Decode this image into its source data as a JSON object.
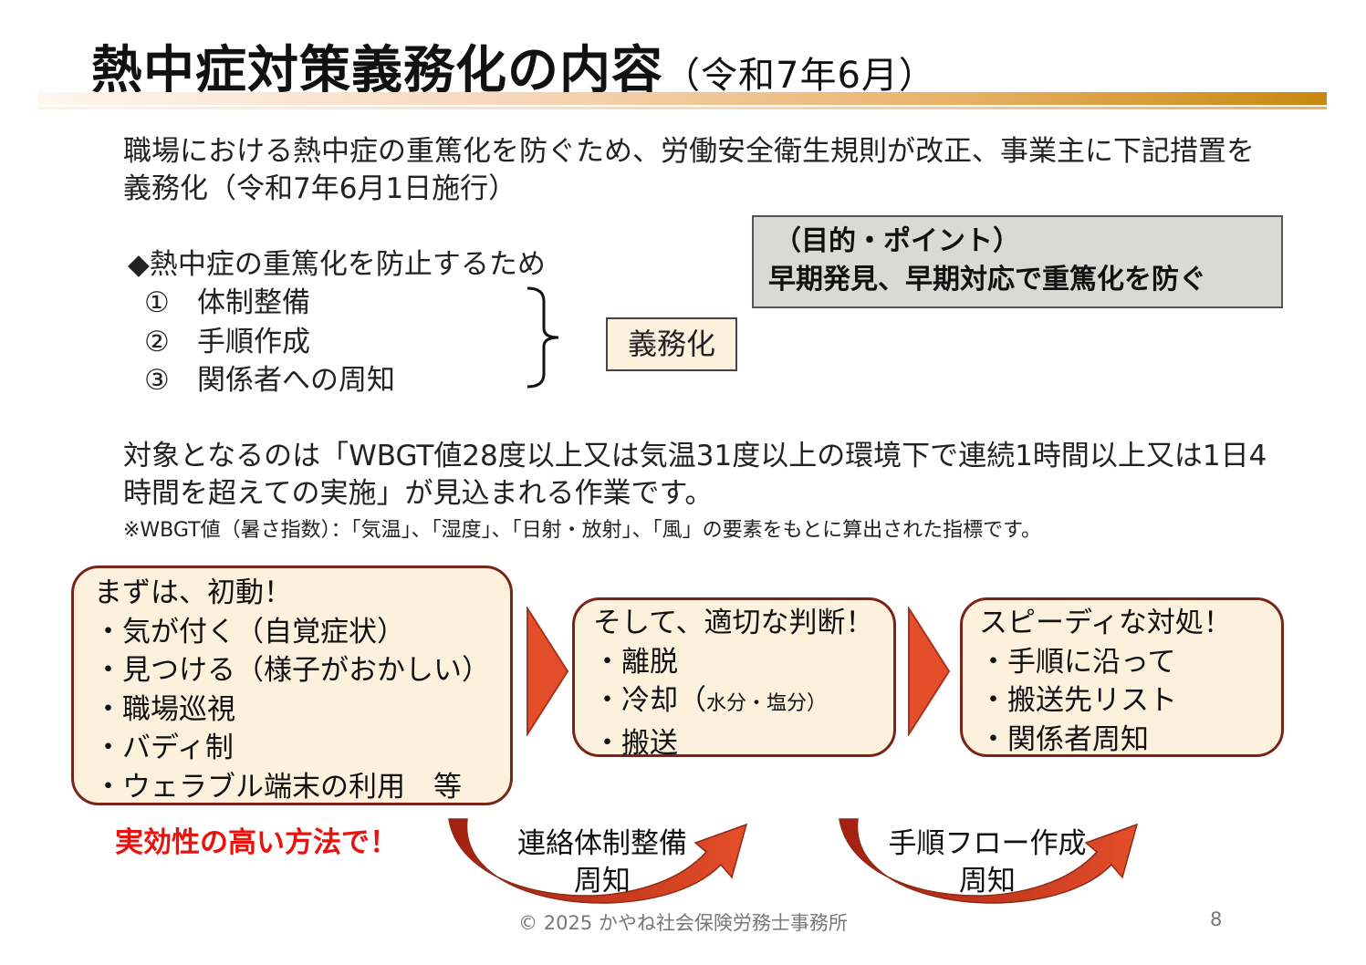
{
  "title": {
    "main": "熱中症対策義務化の内容",
    "sub": "（令和7年6月）"
  },
  "intro": "職場における熱中症の重篤化を防ぐため、労働安全衛生規則が改正、事業主に下記措置を義務化（令和7年6月1日施行）",
  "prevention": {
    "heading": "◆熱中症の重篤化を防止するため",
    "items": [
      {
        "num": "①",
        "label": "体制整備"
      },
      {
        "num": "②",
        "label": "手順作成"
      },
      {
        "num": "③",
        "label": "関係者への周知"
      }
    ],
    "mandatory_label": "義務化"
  },
  "purpose": {
    "title": "（目的・ポイント）",
    "text": "早期発見、早期対応で重篤化を防ぐ"
  },
  "target_text": "対象となるのは「WBGT値28度以上又は気温31度以上の環境下で連続1時間以上又は1日4時間を超えての実施」が見込まれる作業です。",
  "note": "※WBGT値（暑さ指数）：「気温」、「湿度」、「日射・放射」、「風」の要素をもとに算出された指標です。",
  "flow": {
    "step1": {
      "title": "まずは、初動！",
      "items": [
        "・気が付く（自覚症状）",
        "・見つける（様子がおかしい）",
        "・職場巡視",
        "・バディ制",
        "・ウェラブル端末の利用　等"
      ]
    },
    "step2": {
      "title": "そして、適切な判断！",
      "item1": "・離脱",
      "item2_main": "・冷却（",
      "item2_small": "水分・塩分）",
      "item3": "・搬送"
    },
    "step3": {
      "title": "スピーディな対処！",
      "items": [
        "・手順に沿って",
        "・搬送先リスト",
        "・関係者周知"
      ]
    },
    "effective_label": "実効性の高い方法で！",
    "curve1": {
      "line1": "連絡体制整備",
      "line2": "周知"
    },
    "curve2": {
      "line1": "手順フロー作成",
      "line2": "周知"
    }
  },
  "footer": {
    "copyright": "© 2025  かやね社会保険労務士事務所",
    "page": "8"
  },
  "colors": {
    "box_border": "#7a2418",
    "box_fill": "#fdf1de",
    "arrow": "#e44e2a",
    "emphasis_red": "#e8130c",
    "purpose_fill": "#d9d9d6"
  }
}
